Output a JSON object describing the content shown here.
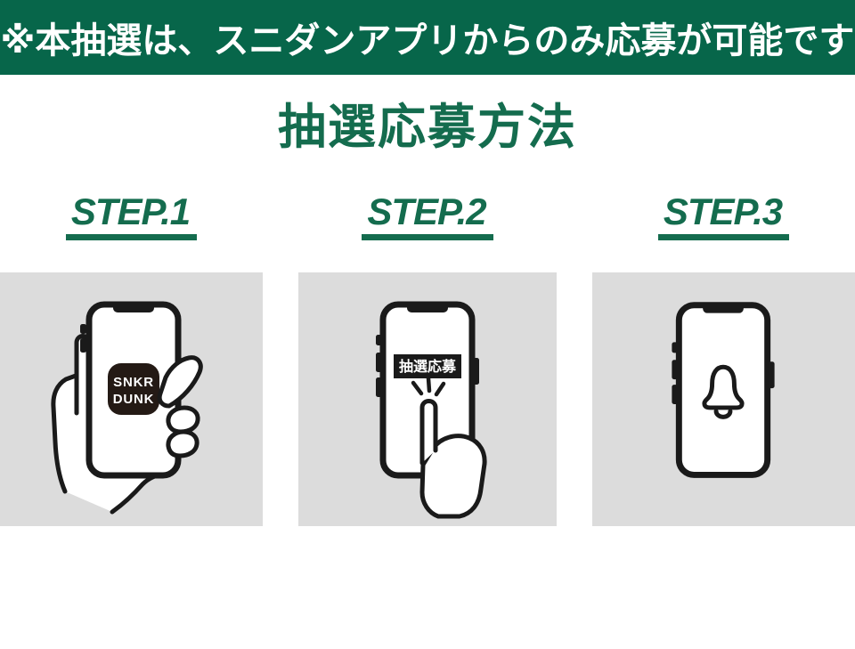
{
  "banner": {
    "text": "※本抽選は、スニダンアプリからのみ応募が可能です",
    "bg_color": "#07664A",
    "text_color": "#FFFFFF"
  },
  "title": {
    "text": "抽選応募方法",
    "color": "#146C4E"
  },
  "steps": [
    {
      "label": "STEP.1",
      "illustration": "hand-holding-phone-with-snkrdunk-app",
      "app_icon": {
        "line1": "SNKR",
        "line2": "DUNK"
      }
    },
    {
      "label": "STEP.2",
      "illustration": "finger-tapping-lottery-apply-button",
      "button_text": "抽選応募"
    },
    {
      "label": "STEP.3",
      "illustration": "phone-with-notification-bell",
      "icon": "bell-icon"
    }
  ],
  "colors": {
    "banner_bg": "#07664A",
    "accent_green": "#146C4E",
    "panel_bg": "#DCDCDC",
    "illustration_ink": "#1A1A1A",
    "app_icon_bg": "#241A15"
  }
}
